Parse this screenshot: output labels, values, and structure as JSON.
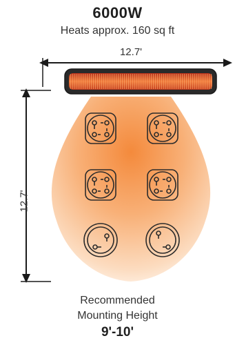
{
  "wattage": "6000W",
  "coverage_text": "Heats approx. 160 sq ft",
  "dimensions": {
    "width": "12.7'",
    "height": "12.7'"
  },
  "recommendation": {
    "line1": "Recommended",
    "line2": "Mounting Height",
    "value": "9'-10'"
  },
  "colors": {
    "heat_core": "#f6a25a",
    "heat_edge": "#fde7d2",
    "heater_glow": "#e04b1e",
    "heater_body": "#2a2a2a",
    "line": "#1a1a1a"
  },
  "icons": [
    "patio-heater-icon",
    "heat-zone-icon",
    "chair-set-icon",
    "dimension-arrow-icon"
  ]
}
